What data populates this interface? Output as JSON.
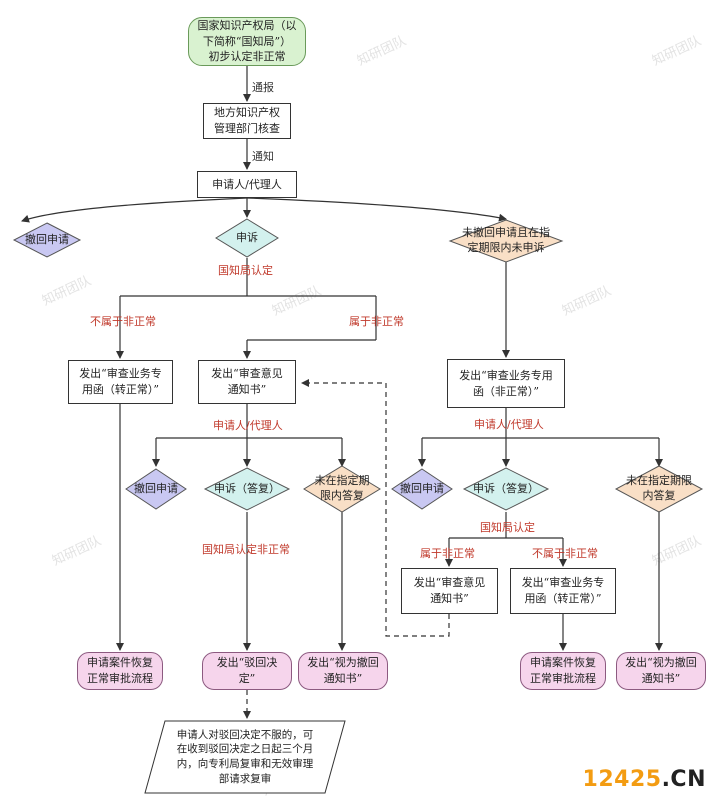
{
  "nodes": {
    "start": "国家知识产权局（以\n下简称“国知局”）\n初步认定非正常",
    "local": "地方知识产权\n管理部门核查",
    "applicant": "申请人/代理人",
    "withdraw_left": "撤回申请",
    "appeal": "申诉",
    "no_withdraw": "未撤回申请且在指\n定期限内未申诉",
    "letter_normal_left": "发出“审查业务专\n用函（转正常）”",
    "opinion_notice_mid": "发出“审查意见\n通知书”",
    "letter_abnormal_right": "发出“审查业务专用\n函（非正常）”",
    "withdraw_mid": "撤回申请",
    "appeal_reply_mid": "申诉（答复）",
    "no_reply_mid": "未在指定期\n限内答复",
    "withdraw_right": "撤回申请",
    "appeal_reply_right": "申诉（答复）",
    "no_reply_right": "未在指定期限\n内答复",
    "opinion_notice_right": "发出“审查意见\n通知书”",
    "letter_normal_right": "发出“审查业务专\n用函（转正常）”",
    "restore_left": "申请案件恢复\n正常审批流程",
    "reject_decision": "发出“驳回决\n定”",
    "deemed_withdrawn_mid": "发出“视为撤回\n通知书”",
    "restore_right": "申请案件恢复\n正常审批流程",
    "deemed_withdrawn_right": "发出“视为撤回\n通知书”",
    "review_request": "申请人对驳回决定不服的，可\n在收到驳回决定之日起三个月\n内，向专利局复审和无效审理\n部请求复审"
  },
  "labels": {
    "notify_report": "通报",
    "notify": "通知",
    "cnipa_confirm": "国知局认定",
    "not_abnormal_left": "不属于非正常",
    "is_abnormal_mid": "属于非正常",
    "applicant_agent_mid": "申请人/代理人",
    "applicant_agent_right": "申请人/代理人",
    "cnipa_confirm_abnormal": "国知局认定非正常",
    "cnipa_confirm_right": "国知局认定",
    "is_abnormal_right": "属于非正常",
    "not_abnormal_right": "不属于非正常"
  },
  "watermark": "知研团队",
  "brand": {
    "part1": "12425",
    "part2": ".CN"
  },
  "colors": {
    "green": "#d9f2d0",
    "blue_diamond": "#c9c8f2",
    "cyan_diamond": "#d3f1ee",
    "peach_diamond": "#f9dfc6",
    "pink": "#f6d5ec",
    "red_text": "#c0392b"
  }
}
